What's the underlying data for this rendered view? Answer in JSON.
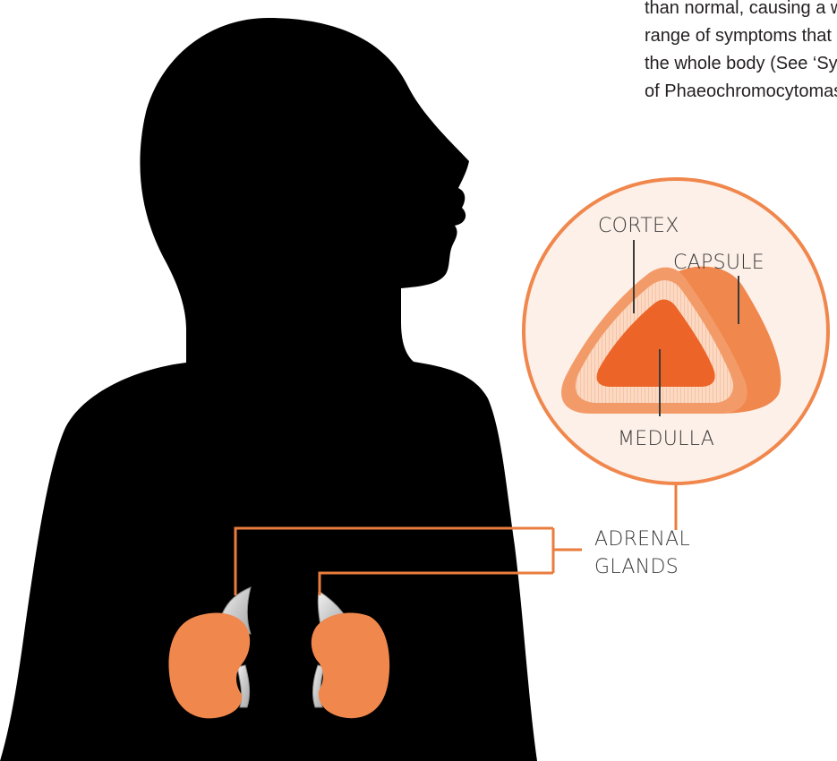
{
  "intro_text": {
    "lines": [
      "than normal, causing a wide",
      "range of symptoms that can",
      "the whole body (See ‘Sympto",
      "of Phaeochromocytomas’)."
    ]
  },
  "labels": {
    "cortex": "CORTEX",
    "capsule": "CAPSULE",
    "medulla": "MEDULLA",
    "adrenal_line1": "ADRENAL",
    "adrenal_line2": "GLANDS"
  },
  "colors": {
    "silhouette": "#000000",
    "kidney": "#f0874d",
    "accent_line": "#ea7d3e",
    "cortex_outer": "#f39b68",
    "cortex_band": "#fbd9c3",
    "medulla": "#ec6428",
    "capsule_side": "#f0874d",
    "gland": "#d9d9d9"
  }
}
